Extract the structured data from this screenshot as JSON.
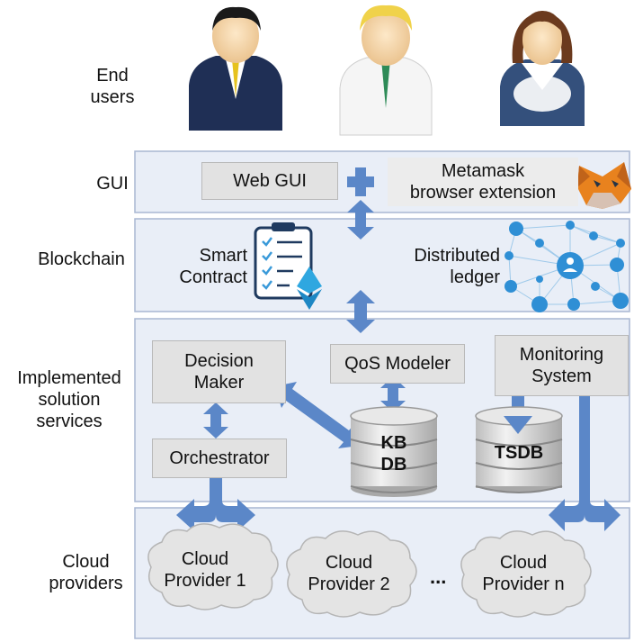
{
  "rows": {
    "end_users": "End\nusers",
    "gui": "GUI",
    "blockchain": "Blockchain",
    "services": "Implemented\nsolution\nservices",
    "cloud": "Cloud\nproviders"
  },
  "gui_layer": {
    "web_gui": "Web GUI",
    "metamask": "Metamask\nbrowser extension"
  },
  "blockchain_layer": {
    "smart_contract": "Smart\nContract",
    "ledger": "Distributed\nledger"
  },
  "services_layer": {
    "decision_maker": "Decision\nMaker",
    "qos_modeler": "QoS Modeler",
    "monitoring": "Monitoring\nSystem",
    "orchestrator": "Orchestrator",
    "kb_db": "KB\nDB",
    "tsdb": "TSDB"
  },
  "cloud_layer": {
    "provider_1": "Cloud\nProvider 1",
    "provider_2": "Cloud\nProvider 2",
    "ellipsis": "...",
    "provider_n": "Cloud\nProvider n"
  },
  "colors": {
    "arrow": "#5b87c8",
    "layer_fill": "#e9eef7",
    "box_fill": "#e2e2e2"
  }
}
